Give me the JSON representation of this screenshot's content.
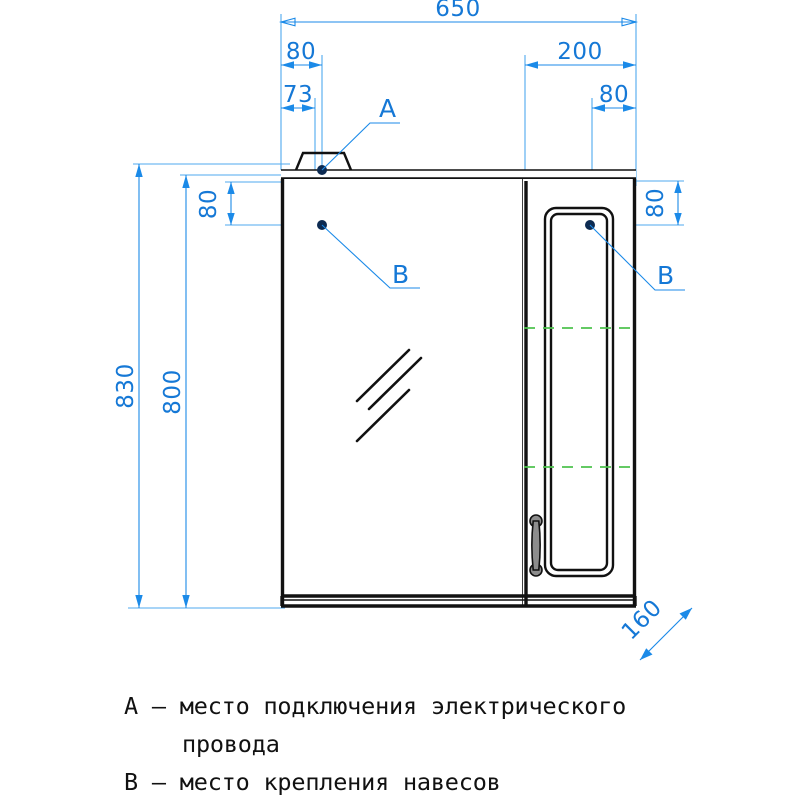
{
  "drawing": {
    "title": "Mirror cabinet technical drawing",
    "units": "mm",
    "colors": {
      "dimension": "#1578d6",
      "extension": "#4fa8ef",
      "outline": "#111111",
      "shelf": "#4ec24e",
      "background": "#ffffff"
    }
  },
  "dimensions": {
    "overall_width": "650",
    "left_offset_outer": "80",
    "left_offset_inner": "73",
    "right_offset_outer": "200",
    "right_offset_inner": "80",
    "overall_height": "830",
    "body_height": "800",
    "left_vertical_offset": "80",
    "right_vertical_offset": "80",
    "depth": "160"
  },
  "callouts": {
    "a_top": "A",
    "b_left": "B",
    "b_right": "B"
  },
  "legend": {
    "items": [
      {
        "key": "A",
        "dash": "–",
        "lines": [
          "место подключения электрического",
          "провода"
        ]
      },
      {
        "key": "B",
        "dash": "–",
        "lines": [
          "место крепления навесов"
        ]
      }
    ],
    "line_a_1": "A – место подключения электрического",
    "line_a_2": "провода",
    "line_b_1": "B – место крепления навесов"
  },
  "icons": {
    "light_fixture": "trapezoid-lamp-icon",
    "handle": "door-handle-icon",
    "mirror": "mirror-glint-icon",
    "anchor_point": "anchor-dot-icon"
  }
}
